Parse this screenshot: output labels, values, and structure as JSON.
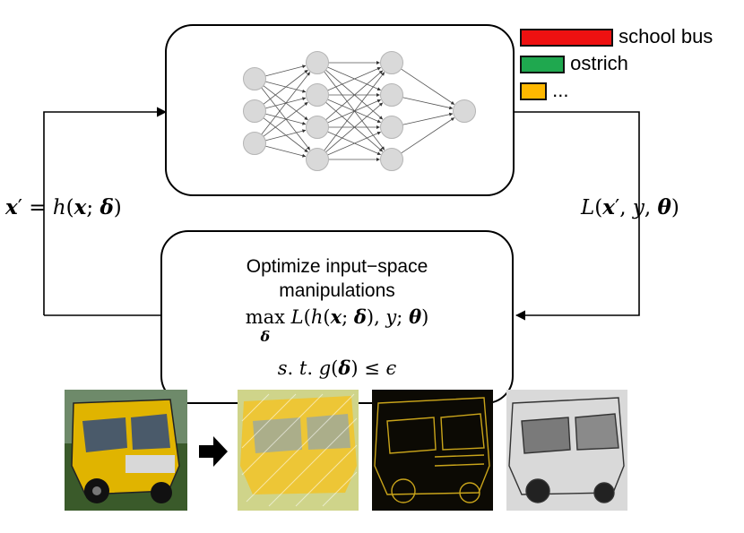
{
  "legend": [
    {
      "label": "school bus",
      "color": "#ee1111"
    },
    {
      "label": "ostrich",
      "color": "#1fa84f"
    },
    {
      "label": "...",
      "color": "#ffb800"
    }
  ],
  "optimizer": {
    "title_line1": "Optimize input−space",
    "title_line2": "manipulations"
  },
  "network": {
    "layers": [
      3,
      4,
      4,
      1
    ]
  }
}
